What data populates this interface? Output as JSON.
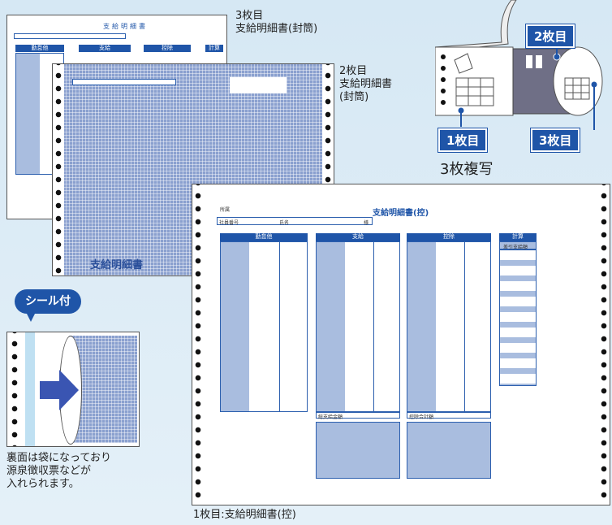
{
  "captions": {
    "sheet3": [
      "3枚目",
      "支給明細書(封筒)"
    ],
    "sheet2": [
      "2枚目",
      "支給明細書",
      "(封筒)"
    ],
    "sheet1": "1枚目:支給明細書(控)",
    "copies": "3枚複写",
    "seal_note": [
      "裏面は袋になっており",
      "源泉徴収票などが",
      "入れられます。"
    ]
  },
  "labels": {
    "seal_bubble": "シール付",
    "tag1": "1枚目",
    "tag2": "2枚目",
    "tag3": "3枚目"
  },
  "form": {
    "title_control": "支給明細書(控)",
    "title_plain": "支給明細書",
    "envelope_print": "支給明細書",
    "dept": "所属",
    "emp_no": "社員番号",
    "name": "氏名",
    "honorific": "様",
    "headers": [
      "勤怠他",
      "支給",
      "控除",
      "計算"
    ],
    "calc_first_row": "差引支給額",
    "total_pay": "総支給金額",
    "total_deduct": "控除合計額"
  },
  "colors": {
    "accent": "#1f55a8",
    "shade": "#a9bddf",
    "mesh": "#8aa0cf",
    "background": "#dce9f5"
  }
}
